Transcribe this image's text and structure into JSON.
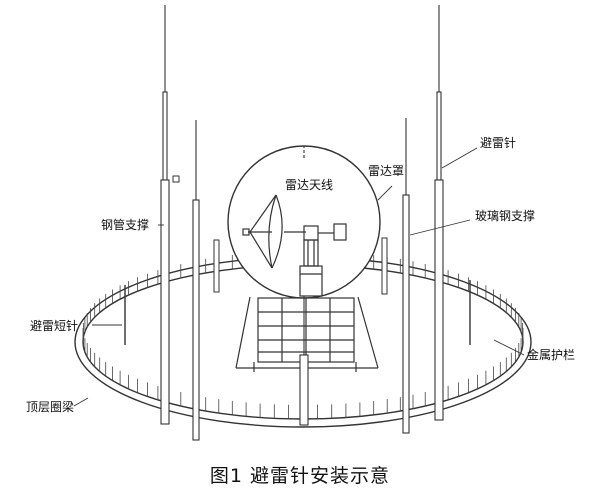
{
  "caption": "图1  避雷针安装示意",
  "labels": {
    "radar_dome": "雷达罩",
    "radar_antenna": "雷达天线",
    "lightning_rod": "避雷针",
    "steel_pipe_support": "钢管支撑",
    "fiberglass_support": "玻璃钢支撑",
    "short_lightning_rod": "避雷短针",
    "metal_guardrail": "金属护栏",
    "top_ring_beam": "顶层圈梁"
  },
  "colors": {
    "line": "#333333",
    "background": "#ffffff"
  }
}
